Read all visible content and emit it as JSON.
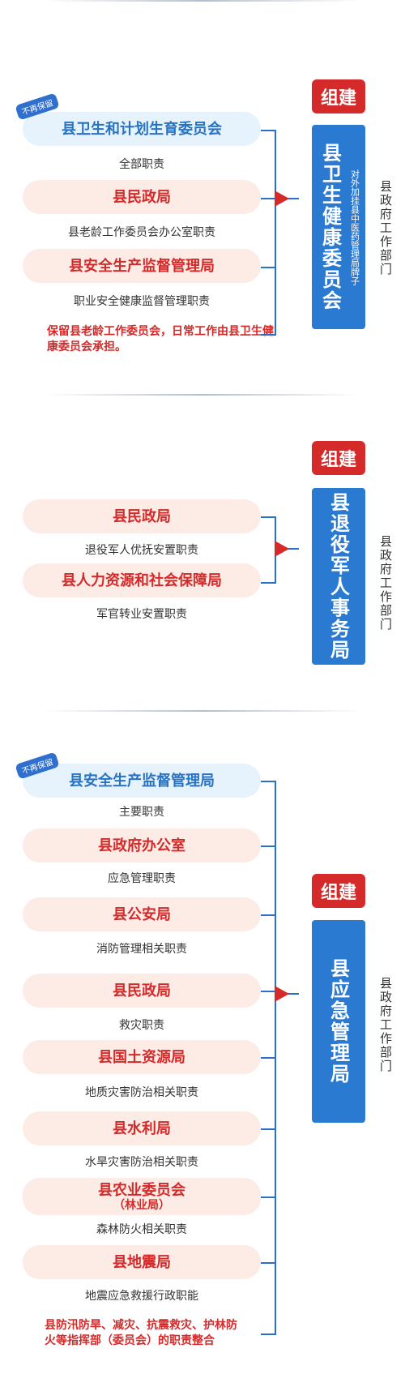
{
  "section1": {
    "tag": "不再保留",
    "items": [
      {
        "name": "县卫生和计划生育委员会",
        "desc": "全部职责"
      },
      {
        "name": "县民政局",
        "desc": "县老龄工作委员会办公室职责"
      },
      {
        "name": "县安全生产监督管理局",
        "desc": "职业安全健康监督管理职责"
      }
    ],
    "note": "保留县老龄工作委员会，日常工作由县卫生健康委员会承担。",
    "build": "组建",
    "target": "县卫生健康委员会",
    "target_sub": "对外加挂县中医药管理局牌子",
    "side": "县政府工作部门"
  },
  "section2": {
    "items": [
      {
        "name": "县民政局",
        "desc": "退役军人优抚安置职责"
      },
      {
        "name": "县人力资源和社会保障局",
        "desc": "军官转业安置职责"
      }
    ],
    "build": "组建",
    "target": "县退役军人事务局",
    "side": "县政府工作部门"
  },
  "section3": {
    "tag": "不再保留",
    "items": [
      {
        "name": "县安全生产监督管理局",
        "desc": "主要职责"
      },
      {
        "name": "县政府办公室",
        "desc": "应急管理职责"
      },
      {
        "name": "县公安局",
        "desc": "消防管理相关职责"
      },
      {
        "name": "县民政局",
        "desc": "救灾职责"
      },
      {
        "name": "县国土资源局",
        "desc": "地质灾害防治相关职责"
      },
      {
        "name": "县水利局",
        "desc": "水旱灾害防治相关职责"
      },
      {
        "name": "县农业委员会",
        "sub": "（林业局）",
        "desc": "森林防火相关职责"
      },
      {
        "name": "县地震局",
        "desc": "地震应急救援行政职能"
      }
    ],
    "note": "县防汛防旱、减灾、抗震救灾、护林防火等指挥部（委员会）的职责整合",
    "build": "组建",
    "target": "县应急管理局",
    "side": "县政府工作部门"
  }
}
